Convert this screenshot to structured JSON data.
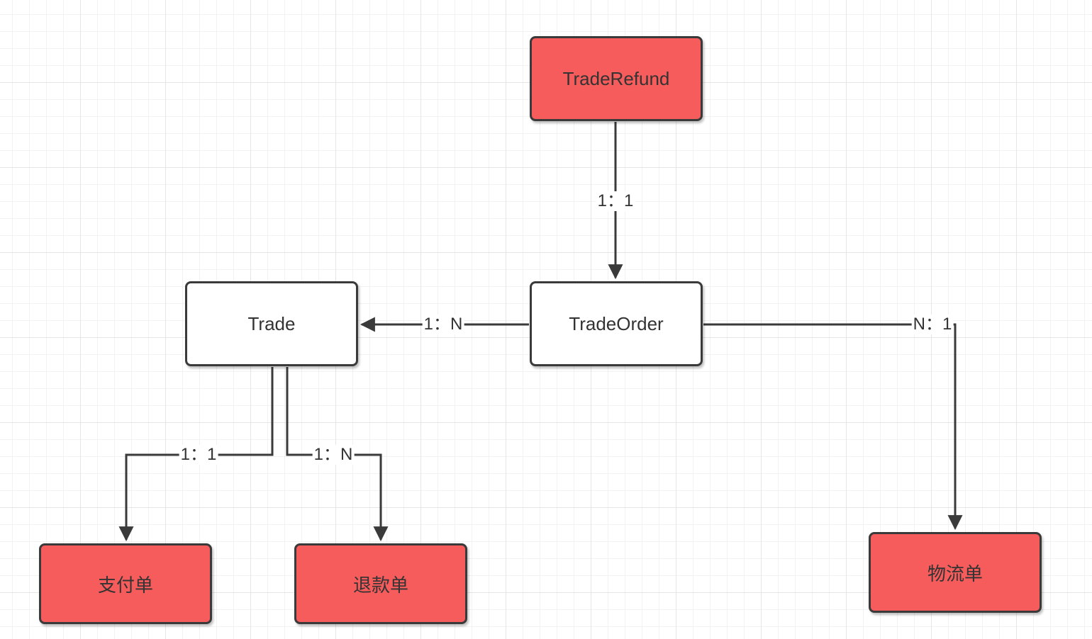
{
  "colors": {
    "entity_fill": "#f75c5c",
    "core_fill": "#ffffff",
    "stroke": "#3a3a3a"
  },
  "nodes": {
    "trade_refund": "TradeRefund",
    "trade": "Trade",
    "trade_order": "TradeOrder",
    "payment": "支付单",
    "refund": "退款单",
    "logistics": "物流单"
  },
  "relations": {
    "refund_to_order": "1：1",
    "order_to_trade": "1：N",
    "order_to_logistics": "N：1",
    "trade_to_payment": "1：1",
    "trade_to_refund": "1：N"
  }
}
